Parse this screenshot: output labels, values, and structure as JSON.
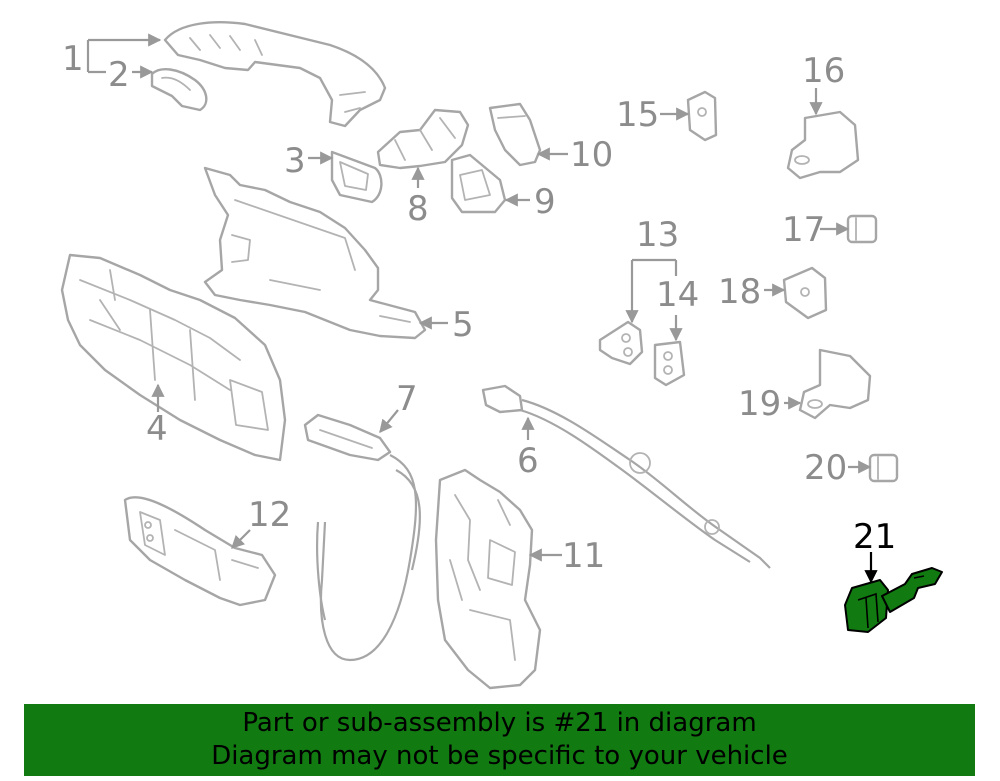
{
  "diagram": {
    "callouts": [
      "1",
      "2",
      "3",
      "4",
      "5",
      "6",
      "7",
      "8",
      "9",
      "10",
      "11",
      "12",
      "13",
      "14",
      "15",
      "16",
      "17",
      "18",
      "19",
      "20",
      "21"
    ],
    "highlighted_callout": "21",
    "highlight_color": "#117a11"
  },
  "banner": {
    "line1": "Part or sub-assembly is #21 in diagram",
    "line2": "Diagram may not be specific to your vehicle",
    "background": "#117a11"
  }
}
